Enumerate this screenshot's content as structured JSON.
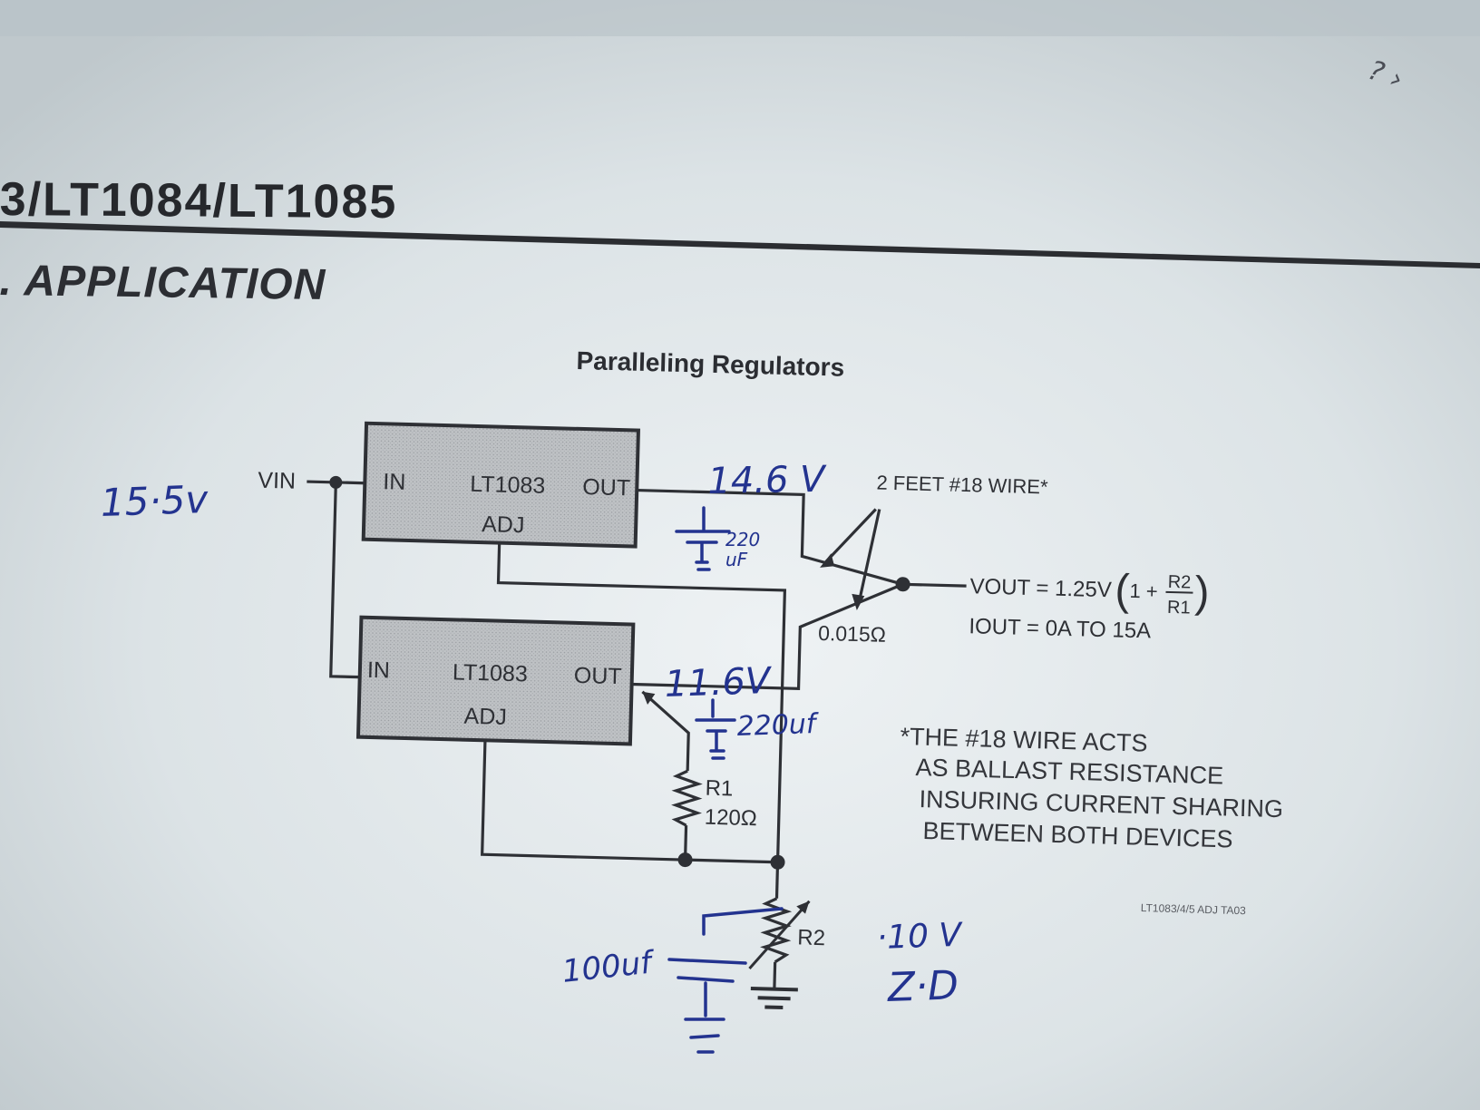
{
  "header": {
    "title": "3/LT1084/LT1085",
    "section": ". APPLICATION"
  },
  "figure": {
    "title": "Paralleling Regulators",
    "regulator_top": {
      "part": "LT1083",
      "in": "IN",
      "out": "OUT",
      "adj": "ADJ"
    },
    "regulator_bottom": {
      "part": "LT1083",
      "in": "IN",
      "out": "OUT",
      "adj": "ADJ"
    },
    "vin_label": "VIN",
    "wire_label": "2 FEET #18 WIRE*",
    "resistance_label": "0.015Ω",
    "vout_formula": {
      "lhs": "VOUT = 1.25V",
      "open": "(",
      "one_plus": "1 +",
      "numerator": "R2",
      "denominator": "R1",
      "close": ")"
    },
    "iout_label": "IOUT = 0A TO 15A",
    "r1": {
      "name": "R1",
      "value": "120Ω"
    },
    "r2": {
      "name": "R2"
    },
    "footnote": [
      "*THE #18 WIRE ACTS",
      "AS BALLAST RESISTANCE",
      "INSURING CURRENT SHARING",
      "BETWEEN BOTH DEVICES"
    ],
    "figure_code": "LT1083/4/5 ADJ TA03"
  },
  "handwritten": {
    "vin_voltage": "15·5v",
    "out_top_voltage": "14.6 V",
    "out_bottom_voltage": "11.6V",
    "cap_top_line1": "220",
    "cap_top_line2": "uF",
    "cap_bottom": "220uf",
    "cap_adj": "100uf",
    "adj_voltage": "·10 V",
    "note": "Z·D",
    "corner_mark": "? ›"
  },
  "colors": {
    "paper": "#e4eaed",
    "ink": "#2e3035",
    "box_fill": "#b9bcbf",
    "pen": "#23338f"
  }
}
